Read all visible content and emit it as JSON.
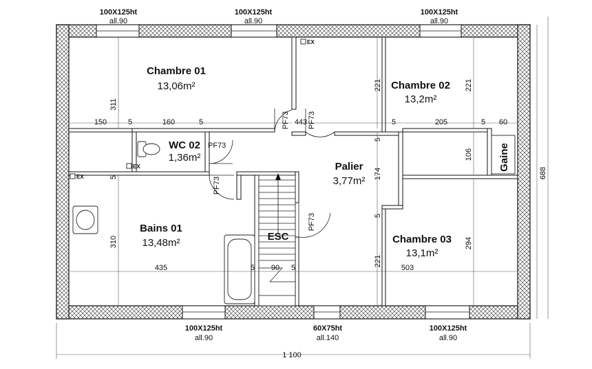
{
  "rooms": {
    "chambre01": {
      "name": "Chambre 01",
      "area": "13,06m²"
    },
    "chambre02": {
      "name": "Chambre 02",
      "area": "13,2m²"
    },
    "chambre03": {
      "name": "Chambre 03",
      "area": "13,1m²"
    },
    "wc02": {
      "name": "WC 02",
      "area": "1,36m²"
    },
    "bains01": {
      "name": "Bains 01",
      "area": "13,48m²"
    },
    "palier": {
      "name": "Palier",
      "area": "3,77m²"
    },
    "esc": {
      "name": "ESC"
    },
    "gaine": {
      "name": "Gaine"
    }
  },
  "windows": {
    "top_left": {
      "size": "100X125ht",
      "sill": "all.90"
    },
    "top_center": {
      "size": "100X125ht",
      "sill": "all.90"
    },
    "top_right": {
      "size": "100X125ht",
      "sill": "all.90"
    },
    "bottom_left": {
      "size": "100X125ht",
      "sill": "all.90"
    },
    "bottom_center": {
      "size": "60X75ht",
      "sill": "all.140"
    },
    "bottom_right": {
      "size": "100X125ht",
      "sill": "all.90"
    }
  },
  "doors": {
    "wc": "PF73",
    "chambre01": "PF73",
    "chambre02": "PF73",
    "bains": "PF73",
    "chambre03": "PF73"
  },
  "vents": {
    "label": "EX"
  },
  "dimensions": {
    "d150": "150",
    "d5a": "5",
    "d160": "160",
    "d5b": "5",
    "d443": "443",
    "d5c": "5",
    "d205": "205",
    "d5d": "5",
    "d60": "60",
    "d311": "311",
    "d221a": "221",
    "d221b": "221",
    "d106": "106",
    "d5e": "5",
    "d174": "174",
    "d5f": "5",
    "d5g": "5",
    "d310": "310",
    "d221c": "221",
    "d294": "294",
    "d435": "435",
    "d5h": "5",
    "d90": "90",
    "d5i": "5",
    "d503": "503",
    "d688": "688",
    "d1100": "1 100"
  }
}
